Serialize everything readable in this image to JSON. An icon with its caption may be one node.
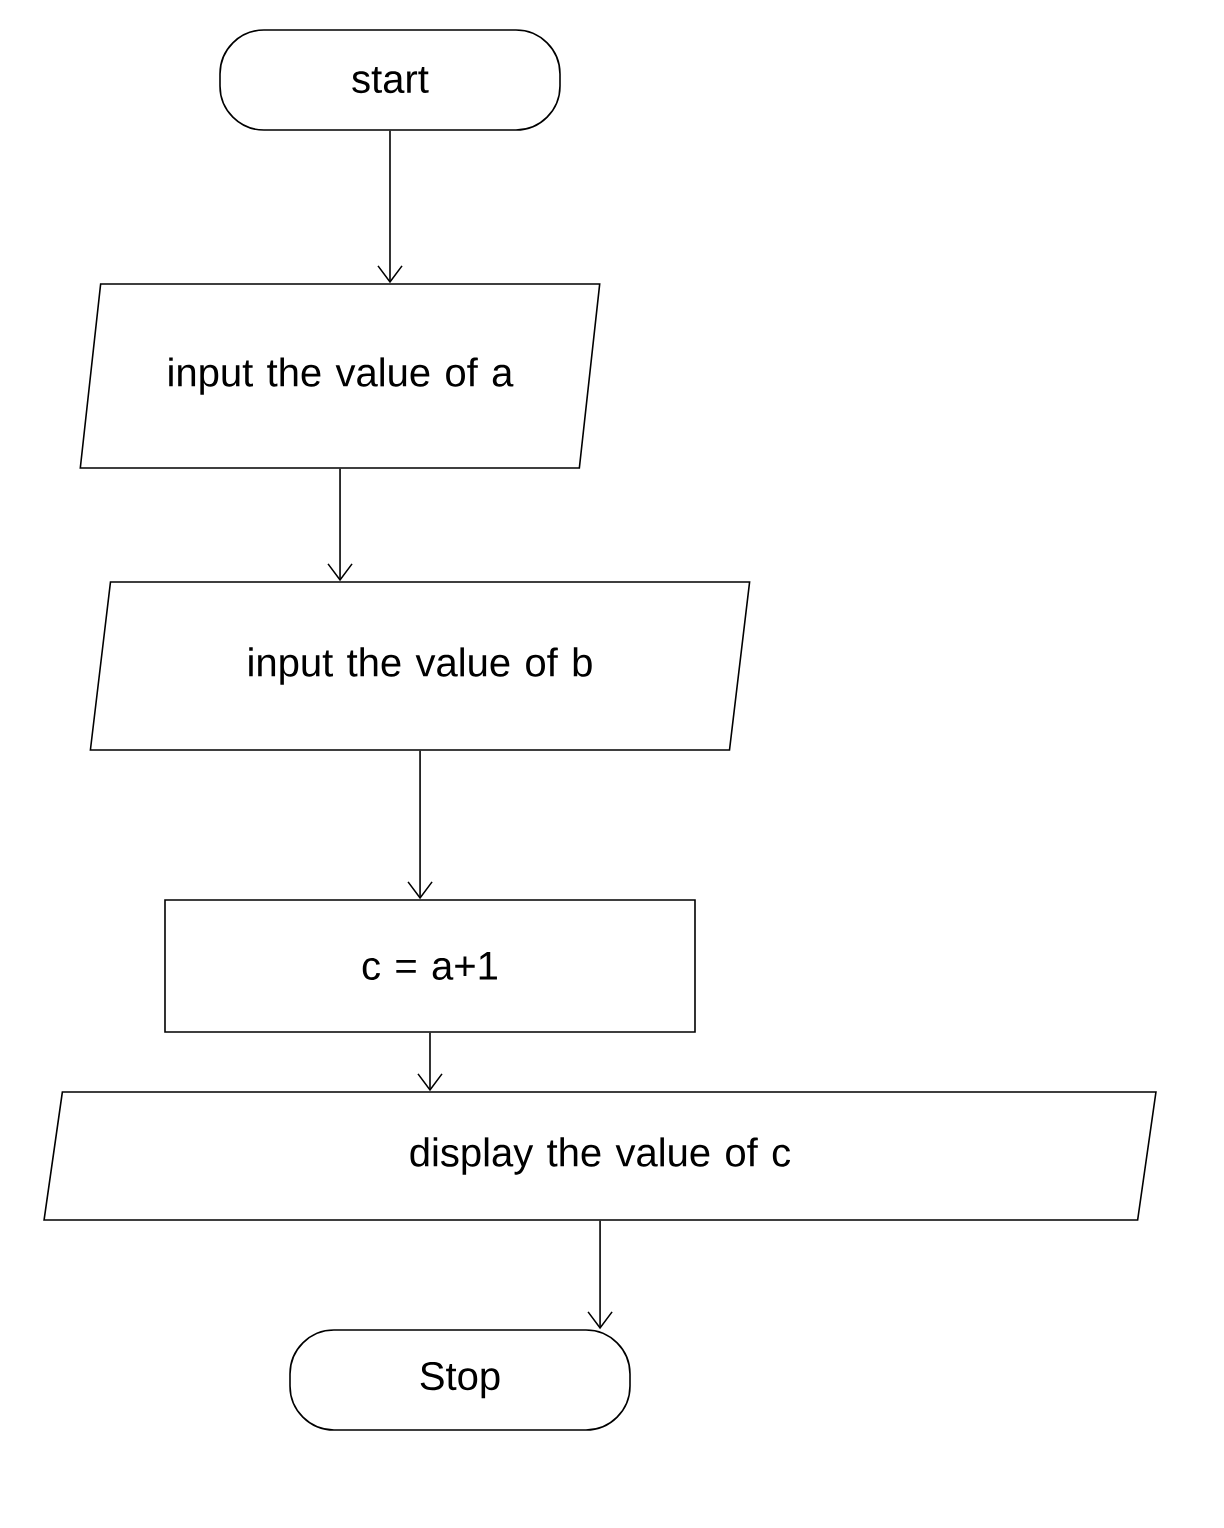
{
  "diagram": {
    "nodes": [
      {
        "text": [
          "start"
        ]
      },
      {
        "text": [
          "input the value of a"
        ]
      },
      {
        "text": [
          "input the value of b"
        ]
      },
      {
        "text": [
          "c = a+1"
        ]
      },
      {
        "text": [
          "display the value of c"
        ]
      },
      {
        "text": [
          "Stop"
        ]
      }
    ],
    "edges": [
      {
        "from": 0,
        "to": 1,
        "arrow": "to"
      },
      {
        "from": 1,
        "to": 2,
        "arrow": "to"
      },
      {
        "from": 2,
        "to": 3,
        "arrow": "to"
      },
      {
        "from": 3,
        "to": 4,
        "arrow": "to"
      },
      {
        "from": 4,
        "to": 5,
        "arrow": "to"
      }
    ]
  }
}
